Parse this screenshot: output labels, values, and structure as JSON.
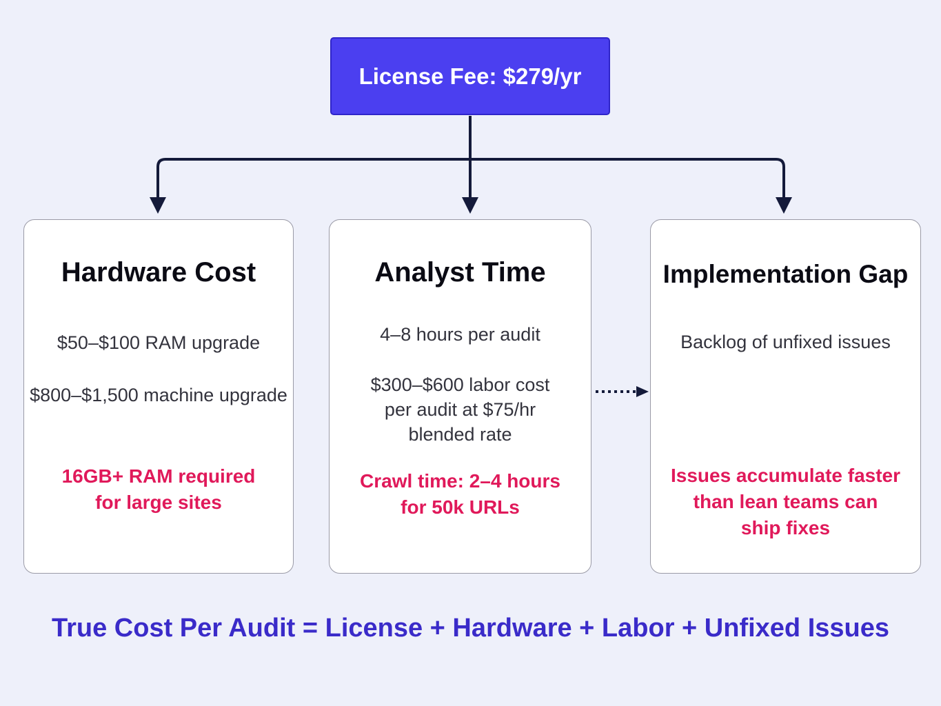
{
  "root": {
    "label": "License Fee: $279/yr"
  },
  "cards": [
    {
      "title": "Hardware Cost",
      "lines": [
        "$50–$100 RAM upgrade",
        "$800–$1,500 machine upgrade"
      ],
      "warning": [
        "16GB+ RAM required",
        "for large sites"
      ]
    },
    {
      "title": "Analyst Time",
      "lines": [
        "4–8 hours per audit",
        "$300–$600 labor cost",
        "per audit at $75/hr",
        "blended rate"
      ],
      "warning": [
        "Crawl time: 2–4 hours",
        "for 50k URLs"
      ]
    },
    {
      "title": "Implementation Gap",
      "lines": [
        "Backlog of unfixed issues"
      ],
      "warning": [
        "Issues accumulate faster",
        "than lean teams can",
        "ship fixes"
      ]
    }
  ],
  "formula": "True Cost Per Audit = License + Hardware + Labor + Unfixed Issues",
  "colors": {
    "background": "#eef0fa",
    "root_fill": "#4b3ff0",
    "connector": "#141a3a",
    "warning_text": "#e0195a",
    "formula_text": "#3a2bc9"
  }
}
